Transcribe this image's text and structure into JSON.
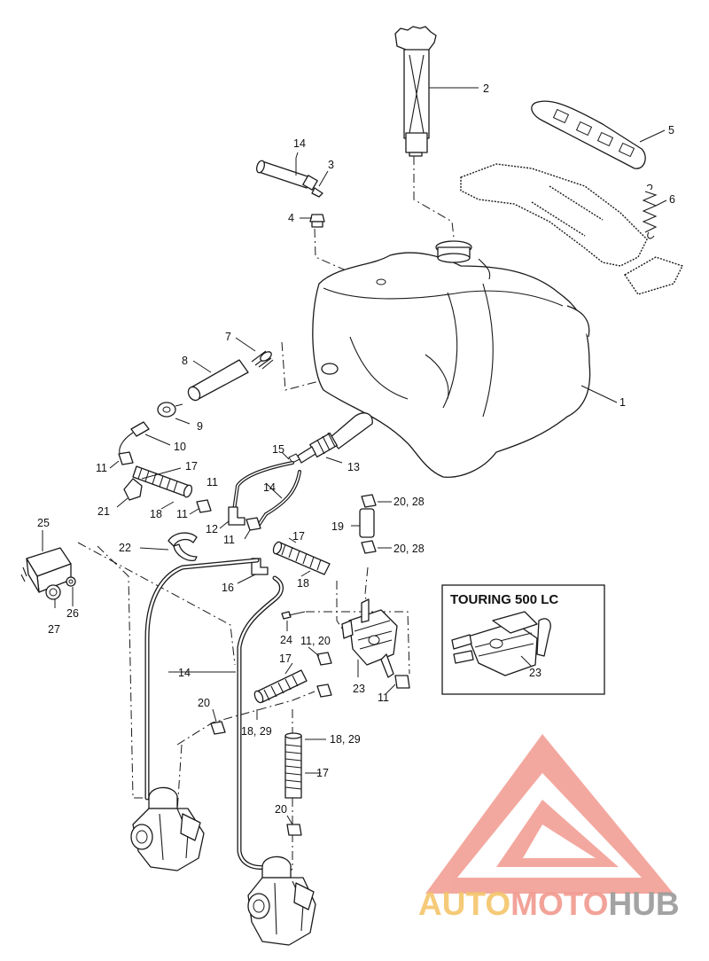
{
  "touring_box": {
    "title": "TOURING 500 LC",
    "part_label": "23"
  },
  "watermark": {
    "parts": [
      "AUTO",
      "MOTO",
      "HUB"
    ],
    "colors": {
      "auto": "#f4c56a",
      "moto": "#f19a8f",
      "hub": "#9a9a9a",
      "logo": "#f19a8f"
    }
  },
  "callouts": {
    "c1": "1",
    "c2": "2",
    "c3": "3",
    "c4": "4",
    "c5": "5",
    "c6": "6",
    "c7": "7",
    "c8": "8",
    "c9": "9",
    "c10": "10",
    "c11a": "11",
    "c11b": "11",
    "c11c": "11",
    "c11d": "11",
    "c11e": "11, 20",
    "c11f": "11",
    "c12": "12",
    "c13": "13",
    "c14a": "14",
    "c14b": "14",
    "c14c": "14",
    "c15": "15",
    "c16": "16",
    "c17a": "17",
    "c17b": "17",
    "c17c": "17",
    "c17d": "17",
    "c18a": "18",
    "c18b": "18",
    "c18c": "18, 29",
    "c18d": "18, 29",
    "c19": "19",
    "c20a": "20, 28",
    "c20b": "20, 28",
    "c20c": "20",
    "c20d": "20",
    "c21": "21",
    "c22": "22",
    "c23": "23",
    "c24": "24",
    "c25": "25",
    "c26": "26",
    "c27": "27"
  }
}
